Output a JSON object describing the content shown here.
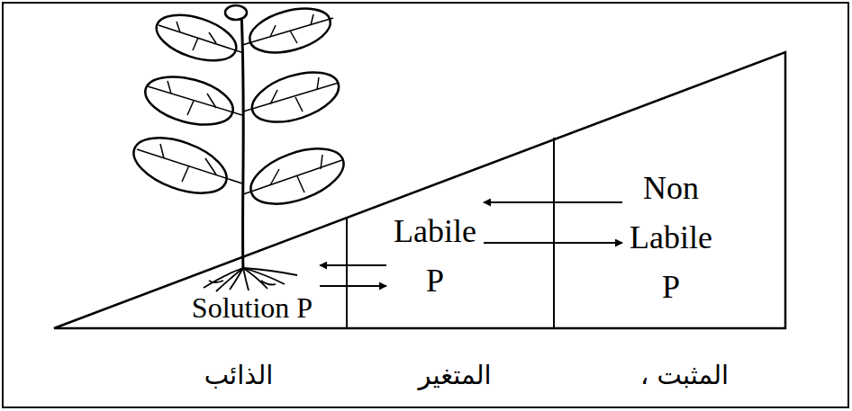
{
  "diagram": {
    "nodes": [
      {
        "text": [
          "Solution P"
        ]
      },
      {
        "text": [
          "Labile P"
        ]
      },
      {
        "text": [
          "Non Labile P"
        ]
      }
    ],
    "edges": [
      {
        "from": 1,
        "to": 0,
        "arrow": "to"
      },
      {
        "from": 0,
        "to": 1,
        "arrow": "to"
      },
      {
        "from": 2,
        "to": 1,
        "arrow": "to"
      },
      {
        "from": 1,
        "to": 2,
        "arrow": "to"
      }
    ],
    "labels": [
      "الذائب",
      "المتغير",
      "المثبت ،"
    ]
  }
}
